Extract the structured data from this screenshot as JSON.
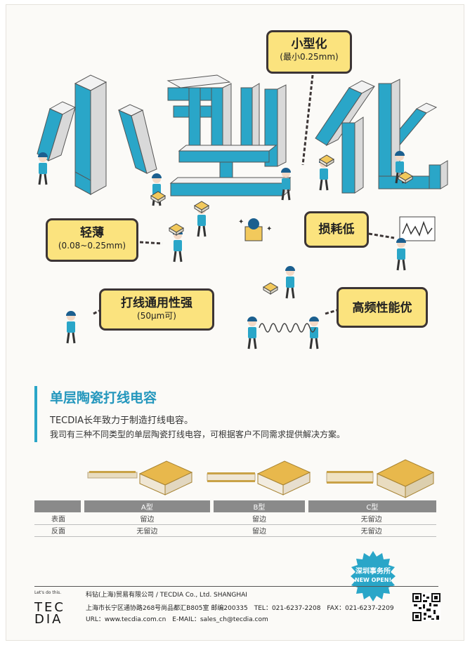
{
  "hero": {
    "main_title": "小型化",
    "callouts": {
      "miniaturization": {
        "title": "小型化",
        "sub": "(最小0.25mm)"
      },
      "thin": {
        "title": "轻薄",
        "sub": "(0.08~0.25mm)"
      },
      "low_loss": {
        "title": "损耗低"
      },
      "bonding": {
        "title": "打线通用性强",
        "sub": "(50μm可)"
      },
      "high_freq": {
        "title": "高频性能优"
      }
    }
  },
  "section": {
    "title": "单层陶瓷打线电容",
    "line1": "TECDIA长年致力于制造打线电容。",
    "line2": "我司有三种不同类型的单层陶瓷打线电容，可根据客户不同需求提供解决方案。"
  },
  "table": {
    "headers": [
      "",
      "A型",
      "B型",
      "C型"
    ],
    "rows": [
      {
        "label": "表面",
        "values": [
          "留边",
          "留边",
          "无留边"
        ]
      },
      {
        "label": "反面",
        "values": [
          "无留边",
          "留边",
          "无留边"
        ]
      }
    ]
  },
  "badge": {
    "line1": "深圳事务所",
    "line2": "NEW OPEN!",
    "color": "#2aa6c8"
  },
  "footer": {
    "logo_tag": "Let's do this.",
    "logo_line1": "TEC",
    "logo_line2": "DIA",
    "company": "科钻(上海)贸易有限公司 / TECDIA Co., Ltd. SHANGHAI",
    "address": "上海市长宁区通协路268号尚品都汇B805室 邮编200335　TEL：021-6237-2208　FAX：021-6237-2209",
    "url": "URL：www.tecdia.com.cn　E-MAIL：sales_ch@tecdia.com"
  },
  "colors": {
    "accent": "#2aa6c8",
    "callout_fill": "#fbe37e",
    "block_gray": "#e4e4e4"
  }
}
